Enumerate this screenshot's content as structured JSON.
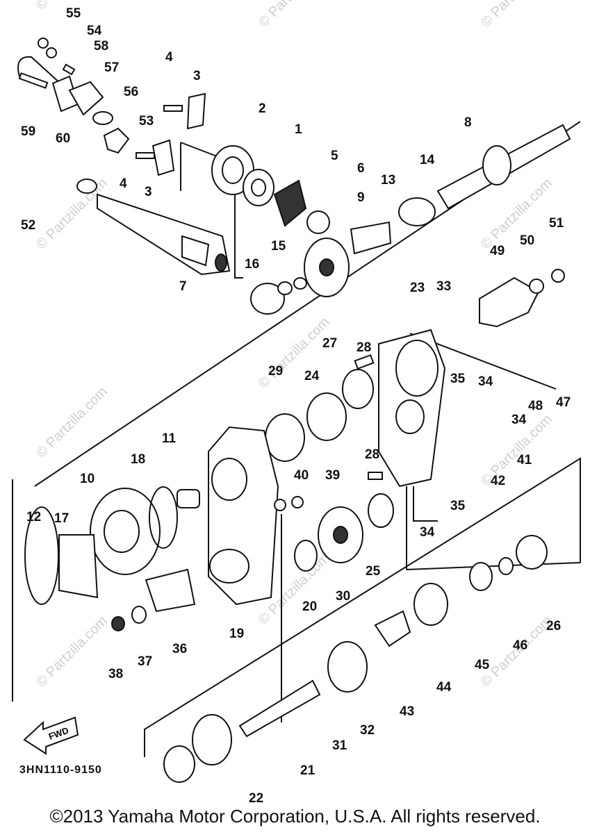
{
  "diagram": {
    "code": "3HN1110-9150",
    "copyright": "©2013 Yamaha Motor Corporation, U.S.A. All rights reserved.",
    "fwd_label": "FWD",
    "watermark": "© Partzilla.com",
    "callouts": [
      "55",
      "54",
      "58",
      "57",
      "56",
      "59",
      "60",
      "53",
      "52",
      "4",
      "3",
      "4",
      "3",
      "2",
      "1",
      "5",
      "6",
      "9",
      "13",
      "14",
      "8",
      "51",
      "50",
      "49",
      "16",
      "15",
      "7",
      "23",
      "33",
      "28",
      "27",
      "24",
      "29",
      "34",
      "35",
      "34",
      "48",
      "47",
      "41",
      "42",
      "28",
      "35",
      "11",
      "18",
      "10",
      "40",
      "39",
      "34",
      "12",
      "17",
      "19",
      "20",
      "30",
      "25",
      "26",
      "46",
      "45",
      "44",
      "36",
      "37",
      "38",
      "43",
      "32",
      "31",
      "21",
      "22"
    ]
  }
}
